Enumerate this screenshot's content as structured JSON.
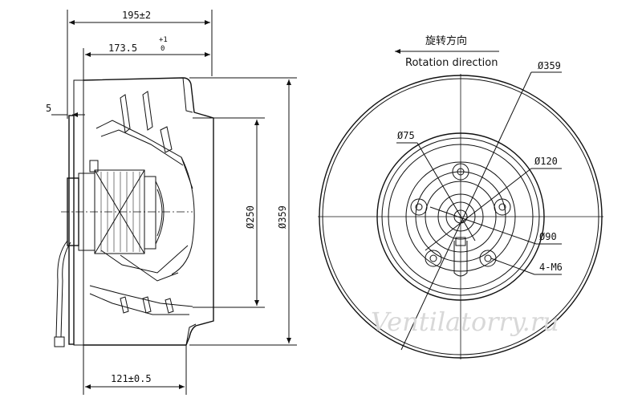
{
  "side_view": {
    "dim_overall_width": "195±2",
    "dim_body_width": "173.5",
    "dim_body_width_tol_upper": "+1",
    "dim_body_width_tol_lower": "0",
    "dim_flange": "5",
    "dim_inner_diameter": "Ø250",
    "dim_outer_diameter": "Ø359",
    "dim_base_width": "121±0.5"
  },
  "front_view": {
    "rotation_label_cn": "旋转方向",
    "rotation_label_en": "Rotation direction",
    "dim_outer_diameter": "Ø359",
    "dim_hub_diameter": "Ø75",
    "dim_bolt_circle": "Ø120",
    "dim_inner_circle": "Ø90",
    "dim_mount_holes": "4-M6"
  },
  "watermark": "Ventilatorry.ru"
}
